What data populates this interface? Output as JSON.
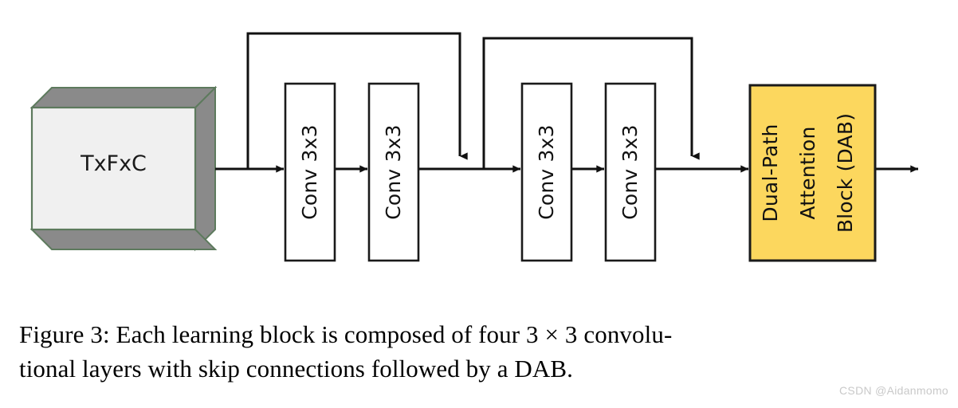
{
  "figure": {
    "caption_line1": "Figure 3:  Each learning block is composed of four 3 × 3 convolu-",
    "caption_line2": "tional layers with skip connections followed by a DAB."
  },
  "watermark": {
    "text": "CSDN @Aidanmomo"
  },
  "diagram": {
    "input_block": {
      "label": "TxFxC",
      "face_color": "#f0f0f0",
      "side_color": "#8a8a8a",
      "border_color": "#5d7a5d"
    },
    "conv_blocks": [
      {
        "label": "Conv 3x3"
      },
      {
        "label": "Conv 3x3"
      },
      {
        "label": "Conv 3x3"
      },
      {
        "label": "Conv 3x3"
      }
    ],
    "dab_block": {
      "line1": "Dual-Path",
      "line2": "Attention",
      "line3": "Block (DAB)",
      "fill_color": "#fcd75e",
      "border_color": "#1a1a1a"
    },
    "connections": {
      "stroke_color": "#222222",
      "skip1_name": "skip-connection-1",
      "skip2_name": "skip-connection-2"
    }
  }
}
